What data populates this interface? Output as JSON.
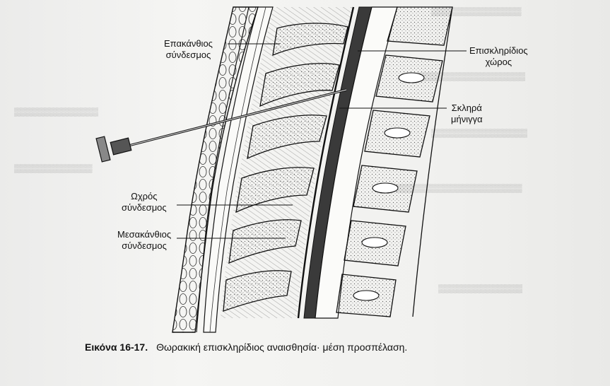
{
  "labels": {
    "supraspinous_ligament": [
      "Επακάνθιος",
      "σύνδεσμος"
    ],
    "epidural_space": [
      "Επισκληρίδιος",
      "χώρος"
    ],
    "dura_mater": [
      "Σκληρά",
      "μήνιγγα"
    ],
    "ligamentum_flavum": [
      "Ωχρός",
      "σύνδεσμος"
    ],
    "interspinous_ligament": [
      "Μεσακάνθιος",
      "σύνδεσμος"
    ]
  },
  "caption": {
    "figure_number": "Εικόνα 16-17.",
    "text": "Θωρακική επισκληρίδιος αναισθησία· μέση προσπέλαση."
  },
  "colors": {
    "ink": "#111111",
    "dura": "#3a3a3a",
    "bone_fill": "#f7f7f4",
    "paper": "#f3f3f1"
  }
}
